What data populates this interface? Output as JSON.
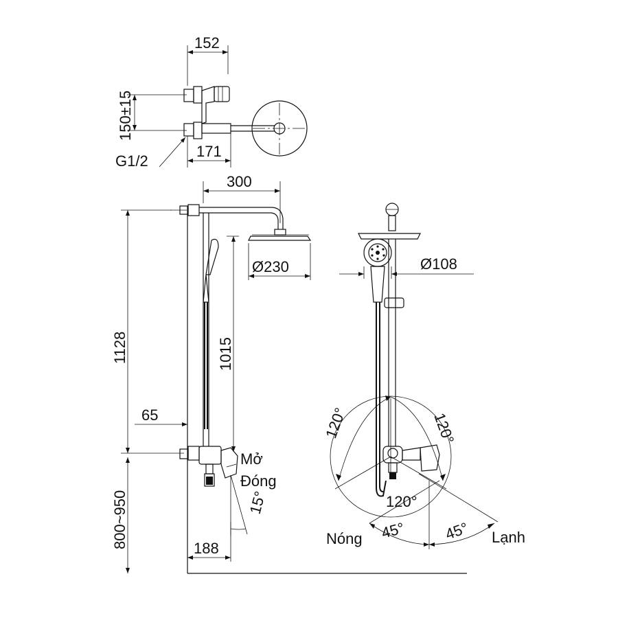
{
  "dimensions": {
    "top_width": "152",
    "top_height": "150±15",
    "top_depth": "171",
    "thread": "G1/2",
    "arm_length": "300",
    "head_diameter": "Ø230",
    "handshower_diameter": "Ø108",
    "total_height": "1128",
    "slide_height": "1015",
    "offset": "65",
    "mount_height": "800~950",
    "projection": "188",
    "tilt_angle": "15°"
  },
  "labels": {
    "open": "Mở",
    "close": "Đóng",
    "hot": "Nóng",
    "cold": "Lạnh",
    "angle_left_120": "120°",
    "angle_right_120": "120°",
    "angle_bottom_120": "120°",
    "angle_left_45": "45°",
    "angle_right_45": "45°"
  }
}
